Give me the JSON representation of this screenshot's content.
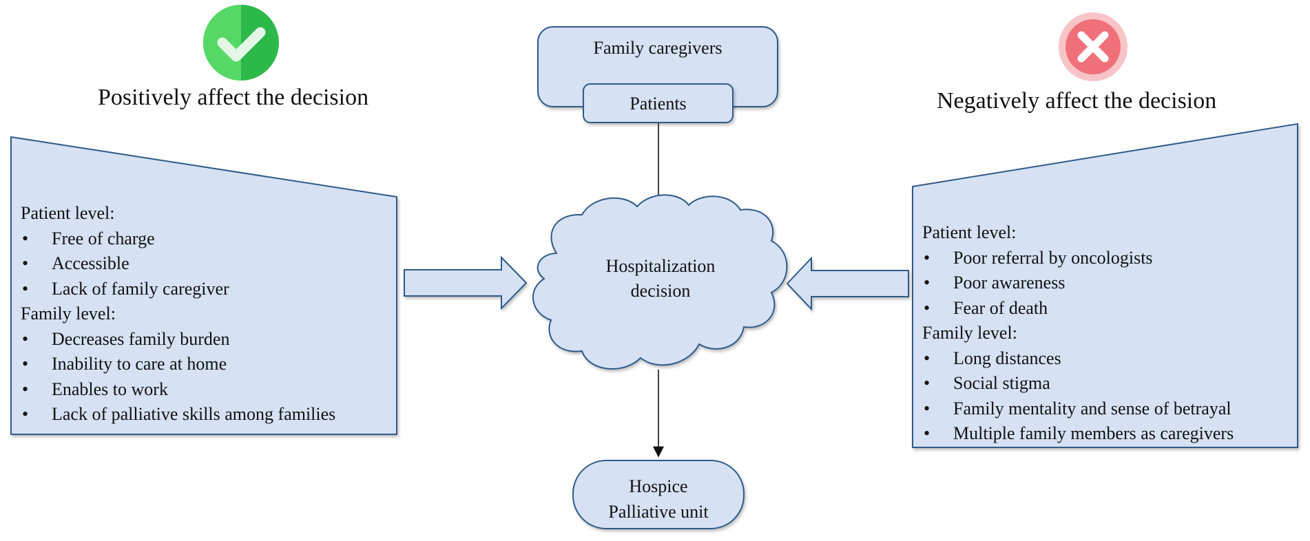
{
  "positive": {
    "heading": "Positively affect the decision",
    "icon": "check-icon",
    "icon_color": "#2db84a",
    "patient_level_title": "Patient level:",
    "patient_items": [
      "Free of charge",
      "Accessible",
      "Lack of family caregiver"
    ],
    "family_level_title": "Family level:",
    "family_items": [
      "Decreases family burden",
      "Inability to care at home",
      "Enables to work",
      "Lack of palliative skills among families"
    ]
  },
  "negative": {
    "heading": "Negatively affect the decision",
    "icon": "cross-icon",
    "icon_color": "#f0707a",
    "patient_level_title": "Patient level:",
    "patient_items": [
      "Poor referral by oncologists",
      "Poor awareness",
      "Fear of death"
    ],
    "family_level_title": "Family level:",
    "family_items": [
      "Long distances",
      "Social stigma",
      "Family mentality and sense of betrayal",
      "Multiple family members as caregivers"
    ]
  },
  "center": {
    "family_caregivers": "Family caregivers",
    "patients": "Patients",
    "decision_line1": "Hospitalization",
    "decision_line2": "decision",
    "outcome_line1": "Hospice",
    "outcome_line2": "Palliative unit"
  },
  "colors": {
    "shape_fill": "#d6e1f3",
    "shape_stroke": "#2e5a88"
  }
}
